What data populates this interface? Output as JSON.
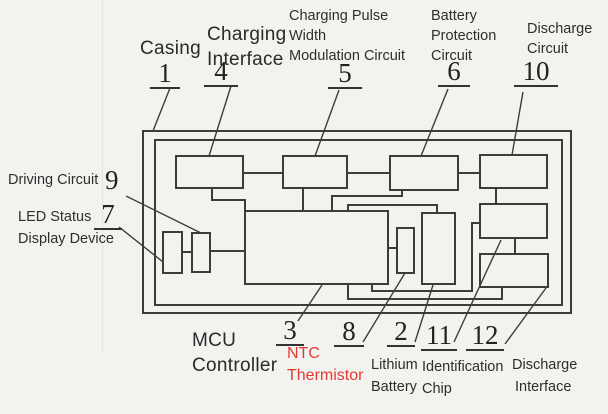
{
  "figure": {
    "type": "block-diagram",
    "description": "Battery charger circuit block diagram with numbered components"
  },
  "colors": {
    "background": "#f3f2ef",
    "line": "#3c3c3c",
    "text": "#2e2e2e",
    "ntc_red": "#e23b33"
  },
  "labels": {
    "casing": {
      "num": "1",
      "lines": [
        "Casing"
      ]
    },
    "charging_interface": {
      "num": "4",
      "lines": [
        "Charging",
        "Interface"
      ]
    },
    "pwm": {
      "num": "5",
      "lines": [
        "Charging Pulse",
        "Width",
        "Modulation Circuit"
      ]
    },
    "battery_protection": {
      "num": "6",
      "lines": [
        "Battery",
        "Protection",
        "Circuit"
      ]
    },
    "discharge_circuit": {
      "num": "10",
      "lines": [
        "Discharge",
        "Circuit"
      ]
    },
    "driving_circuit": {
      "num": "9",
      "lines": [
        "Driving Circuit"
      ]
    },
    "led_display": {
      "num": "7",
      "lines": [
        "LED Status",
        "Display Device"
      ]
    },
    "mcu": {
      "num": "3",
      "lines": [
        "MCU",
        "Controller"
      ]
    },
    "ntc": {
      "num": "8",
      "lines": [
        "NTC",
        "Thermistor"
      ]
    },
    "lithium_battery": {
      "num": "2",
      "lines": [
        "Lithium",
        "Battery"
      ]
    },
    "identification_chip": {
      "num": "11",
      "lines": [
        "Identification",
        "Chip"
      ]
    },
    "discharge_interface": {
      "num": "12",
      "lines": [
        "Discharge",
        "Interface"
      ]
    }
  },
  "components": [
    {
      "ref": "1",
      "name": "Casing"
    },
    {
      "ref": "2",
      "name": "Lithium Battery"
    },
    {
      "ref": "3",
      "name": "MCU Controller"
    },
    {
      "ref": "4",
      "name": "Charging Interface"
    },
    {
      "ref": "5",
      "name": "Charging Pulse Width Modulation Circuit"
    },
    {
      "ref": "6",
      "name": "Battery Protection Circuit"
    },
    {
      "ref": "7",
      "name": "LED Status Display Device"
    },
    {
      "ref": "8",
      "name": "NTC Thermistor"
    },
    {
      "ref": "9",
      "name": "Driving Circuit"
    },
    {
      "ref": "10",
      "name": "Discharge Circuit"
    },
    {
      "ref": "11",
      "name": "Identification Chip"
    },
    {
      "ref": "12",
      "name": "Discharge Interface"
    }
  ]
}
